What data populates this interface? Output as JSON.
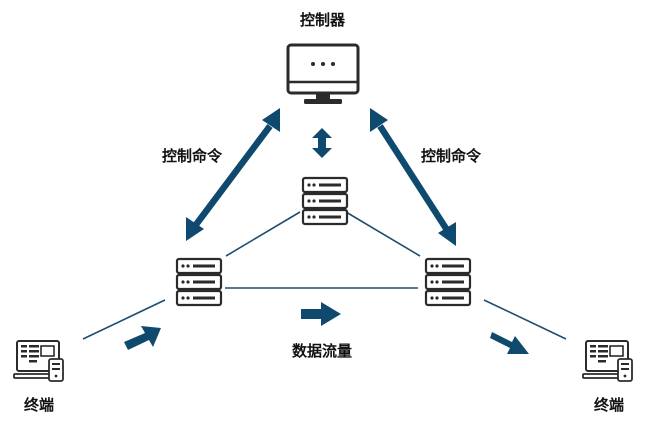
{
  "labels": {
    "controller": "控制器",
    "command_left": "控制命令",
    "command_right": "控制命令",
    "data_flow": "数据流量",
    "terminal_left": "终端",
    "terminal_right": "终端"
  },
  "icons": {
    "controller": "monitor-icon",
    "switch": "server-icon",
    "terminal": "workstation-icon"
  },
  "colors": {
    "arrow": "#0f4a6e",
    "line": "#1d4e70",
    "icon_stroke": "#2b2b2b"
  }
}
